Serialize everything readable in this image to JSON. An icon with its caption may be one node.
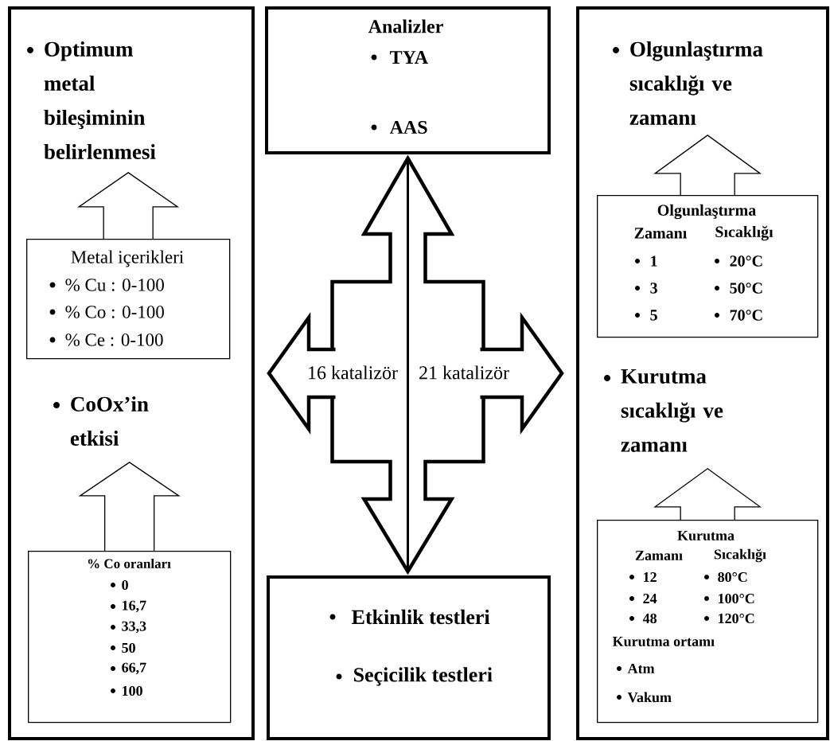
{
  "diagram": {
    "nodes": [
      {
        "text": [],
        "shape": "box"
      },
      {
        "text": [
          "Optimum metal bileşiminin belirlenmesi"
        ],
        "in": 0
      },
      {
        "text": [
          "Metal içerikleri",
          "% Cu : 0-100",
          "% Co : 0-100",
          "% Ce : 0-100"
        ],
        "in": 0
      },
      {
        "text": [
          "CoOx’in etkisi"
        ],
        "in": 0
      },
      {
        "text": [
          "% Co oranları",
          "0",
          "16,7",
          "33,3",
          "50",
          "66,7",
          "100"
        ],
        "in": 0
      },
      {
        "text": [
          "Analizler",
          "TYA",
          "AAS"
        ]
      },
      {
        "text": [
          "Etkinlik testleri",
          "Seçicilik testleri"
        ]
      },
      {
        "text": [],
        "shape": "box"
      },
      {
        "text": [
          "Olgunlaştırma sıcaklığı ve zamanı"
        ],
        "in": 7
      },
      {
        "text": [
          "Olgunlaştırma",
          "Zamanı",
          "Sıcaklığı",
          "1",
          "20°C",
          "3",
          "50°C",
          "5",
          "70°C"
        ],
        "in": 7
      },
      {
        "text": [
          "Kurutma sıcaklığı ve zamanı"
        ],
        "in": 7
      },
      {
        "text": [
          "Kurutma",
          "Zamanı",
          "Sıcaklığı",
          "12",
          "80°C",
          "24",
          "100°C",
          "48",
          "120°C",
          "Kurutma ortamı",
          "Atm",
          "Vakum"
        ],
        "in": 7
      }
    ],
    "edges": [
      {
        "from": 2,
        "to": 1,
        "arrow": "to"
      },
      {
        "from": 4,
        "to": 3,
        "arrow": "to"
      },
      {
        "from": 9,
        "to": 8,
        "arrow": "to"
      },
      {
        "from": 11,
        "to": 10,
        "arrow": "to"
      },
      {
        "from": 6,
        "to": 5,
        "arrow": "both",
        "style": "thick"
      },
      {
        "from": null,
        "to": 0,
        "arrow": "to",
        "label": "16 katalizör",
        "style": "thick"
      },
      {
        "from": null,
        "to": 7,
        "arrow": "to",
        "label": "21 katalizör",
        "style": "thick"
      }
    ]
  }
}
